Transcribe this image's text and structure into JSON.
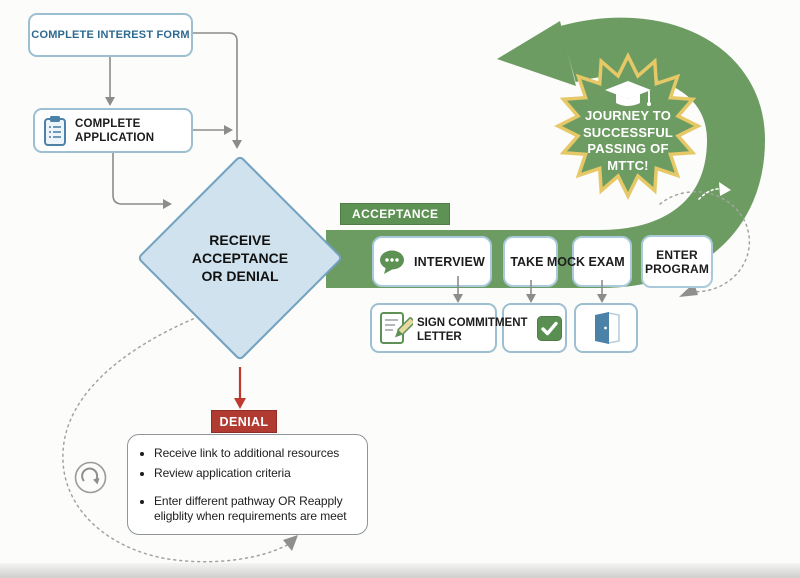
{
  "diagram_title": "MTTC program acceptance flowchart",
  "flow": {
    "interest_form": "COMPLETE INTEREST FORM",
    "application": "COMPLETE\nAPPLICATION",
    "decision": "RECEIVE\nACCEPTANCE\nOR DENIAL",
    "acceptance_label": "ACCEPTANCE",
    "interview": "INTERVIEW",
    "mock_exam": "TAKE MOCK EXAM",
    "enter_program": "ENTER\nPROGRAM",
    "commitment_letter": "SIGN COMMITMENT\nLETTER",
    "denial_label": "DENIAL",
    "goal": "JOURNEY TO\nSUCCESSFUL\nPASSING OF\nMTTC!"
  },
  "denial_steps": [
    "Receive link to additional resources",
    "Review application criteria",
    "Enter different pathway OR Reapply eligblity when requirements are meet"
  ],
  "icons": {
    "clipboard": "clipboard-checklist",
    "chat": "speech-bubble-dots",
    "signature": "document-with-pencil",
    "check": "green-checkmark",
    "door": "open-door",
    "graduation": "graduation-cap",
    "retry": "retry-loop-arrow"
  },
  "colors": {
    "swoosh_green": "#6d9c62",
    "tag_green": "#5e9254",
    "check_green": "#5a8f52",
    "star_gold_border": "#e6c867",
    "diamond_fill": "#cfe2ed",
    "diamond_border": "#72a1c0",
    "box_border_blue": "#9dbfd2",
    "interest_text_blue": "#2d6a90",
    "icon_blue": "#4d82a8",
    "denial_red": "#b23b31",
    "connector_gray": "#8c8c8c"
  }
}
